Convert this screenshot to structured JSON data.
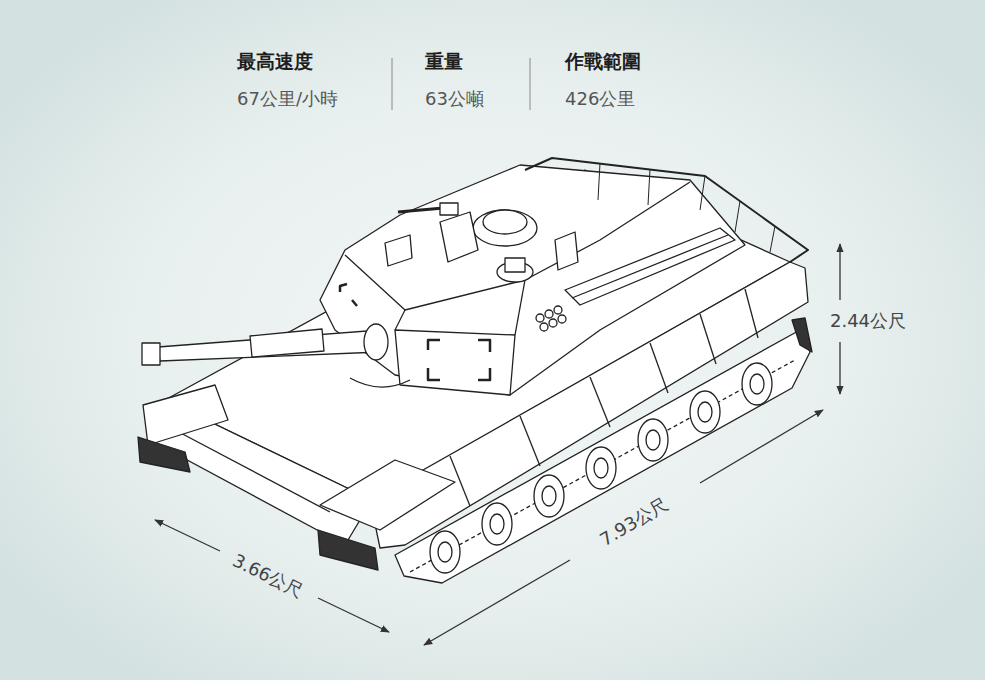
{
  "diagram": {
    "labels": [
      "最高速度",
      "67公里/小時",
      "重量",
      "63公噸",
      "作戰範圍",
      "426公里",
      "2.44公尺",
      "7.93公尺",
      "3.66公尺"
    ]
  }
}
